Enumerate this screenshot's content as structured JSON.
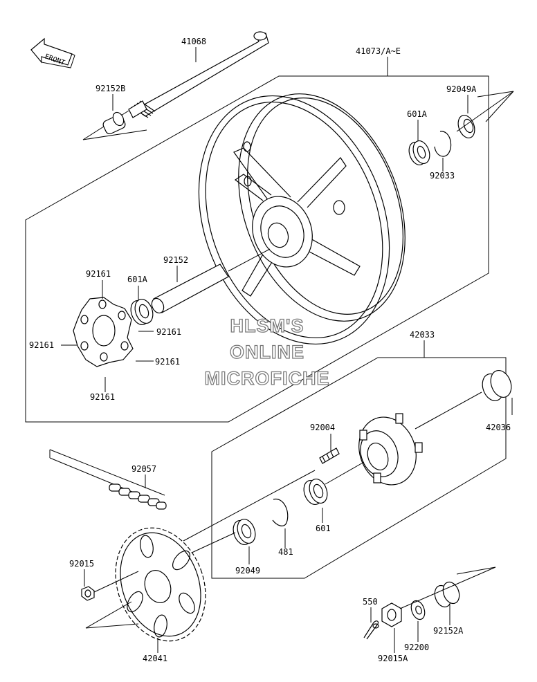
{
  "front_arrow": {
    "label": "FRONT"
  },
  "watermark": {
    "line1": "HLSM'S",
    "line2": "ONLINE",
    "line3": "MICROFICHE"
  },
  "parts": {
    "p41068": "41068",
    "p41073": "41073/A~E",
    "p92152B": "92152B",
    "p92049A": "92049A",
    "p601A_top": "601A",
    "p92033": "92033",
    "p92152": "92152",
    "p92161_a": "92161",
    "p601A_left": "601A",
    "p92161_b": "92161",
    "p92161_c": "92161",
    "p92161_d": "92161",
    "p92161_e": "92161",
    "p42033": "42033",
    "p42036": "42036",
    "p92004": "92004",
    "p92057": "92057",
    "p601": "601",
    "p481": "481",
    "p92049": "92049",
    "p92015": "92015",
    "p550": "550",
    "p92200": "92200",
    "p92152A": "92152A",
    "p92015A": "92015A",
    "p42041": "42041"
  }
}
